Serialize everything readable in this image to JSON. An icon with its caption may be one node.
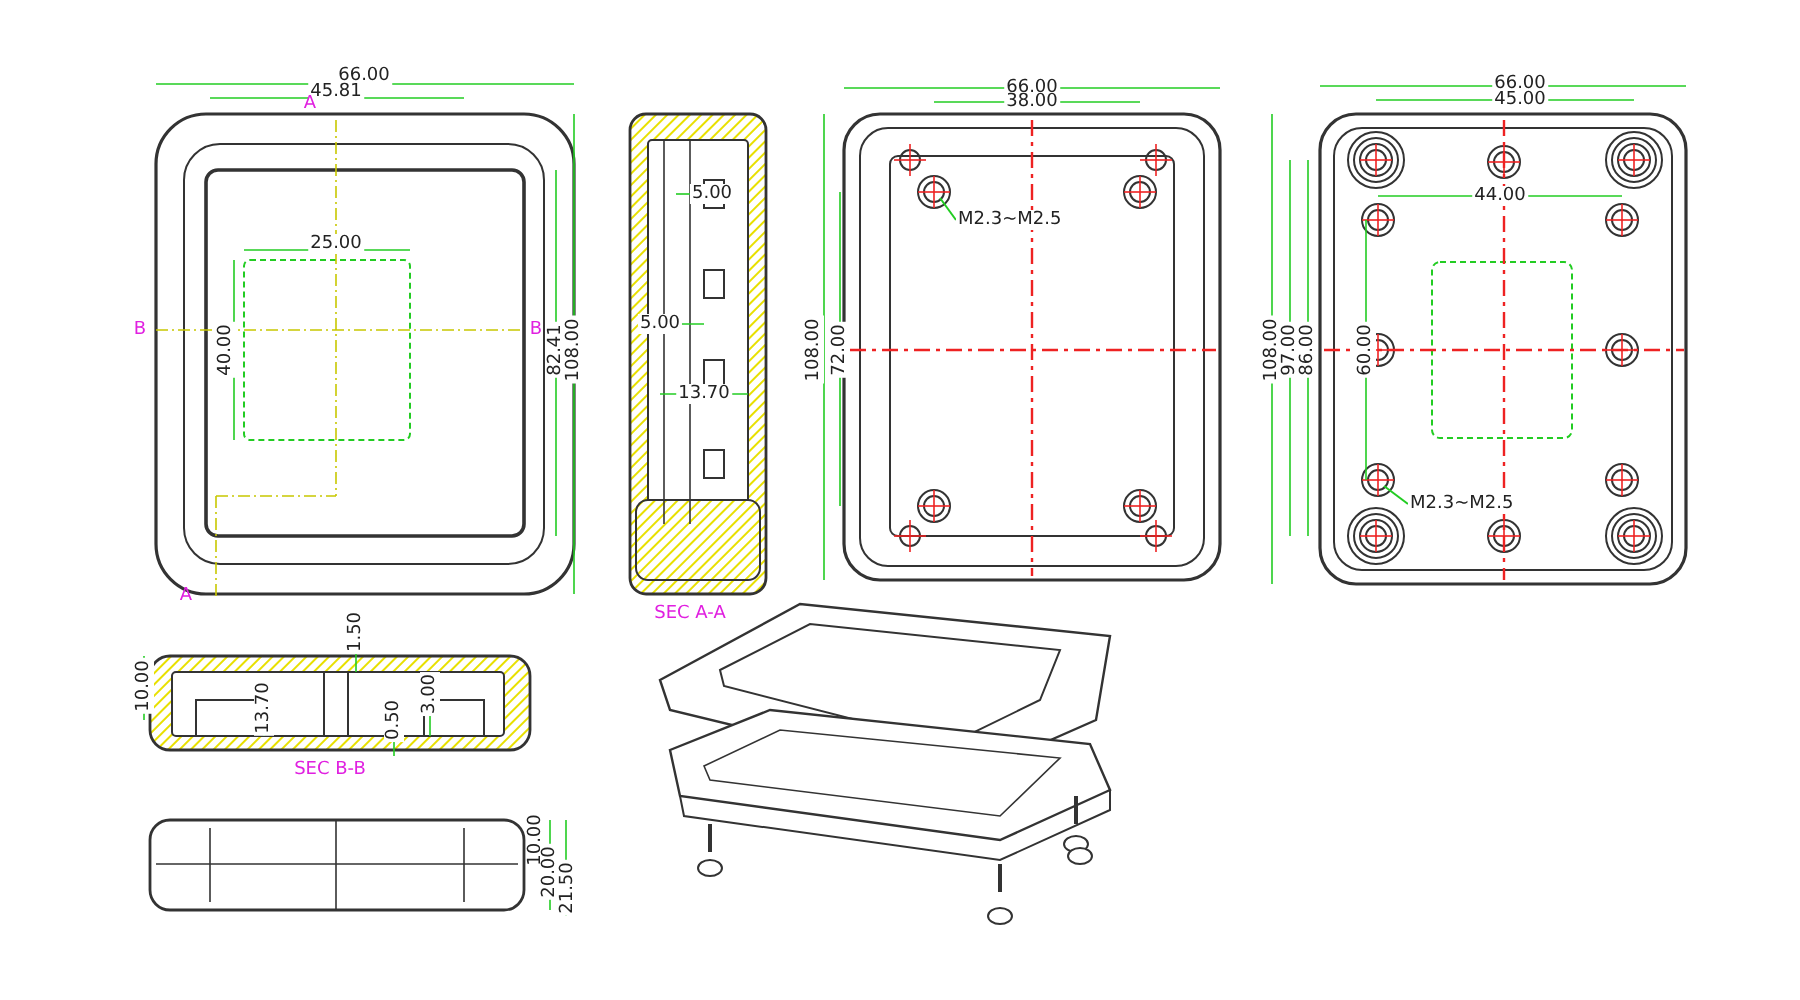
{
  "diagram": {
    "nodes": [
      {
        "text": [
          "M2.3~M2.5"
        ]
      },
      {
        "text": [
          "M2.3~M2.5"
        ]
      }
    ],
    "edges": [
      {
        "from": 0,
        "to": null,
        "arrow": "none"
      },
      {
        "from": 1,
        "to": null,
        "arrow": "none"
      }
    ],
    "labels": [
      "66.00",
      "45.81",
      "A",
      "25.00",
      "B",
      "40.00",
      "B",
      "82.41",
      "108.00",
      "A",
      "5.00",
      "5.00",
      "13.70",
      "66.00",
      "38.00",
      "108.00",
      "72.00",
      "66.00",
      "45.00",
      "44.00",
      "108.00",
      "97.00",
      "86.00",
      "60.00",
      "SEC A-A",
      "1.50",
      "10.00",
      "13.70",
      "3.00",
      "0.50",
      "SEC B-B",
      "10.00",
      "20.00",
      "21.50"
    ]
  }
}
